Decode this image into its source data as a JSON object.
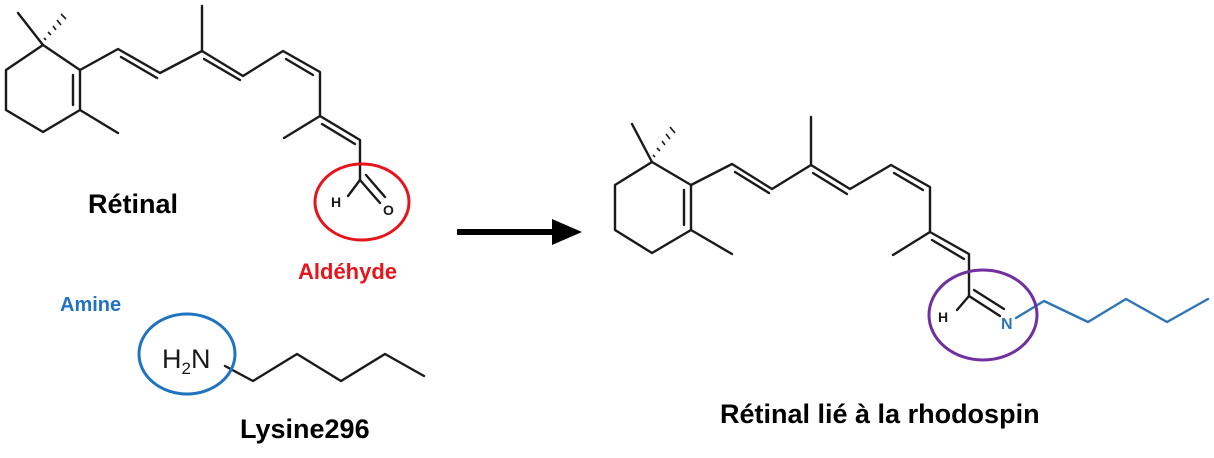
{
  "colors": {
    "black": "#1a1a1a",
    "aldehyde_red": "#e8141b",
    "amine_blue": "#1f73c0",
    "chain_blue": "#2e75b6",
    "imine_purple": "#7030a0"
  },
  "labels": {
    "retinal": "Rétinal",
    "aldehyde": "Aldéhyde",
    "amine": "Amine",
    "lysine": "Lysine296",
    "product": "Rétinal lié à la rhodospin"
  },
  "atoms": {
    "aldehyde_h": "H",
    "aldehyde_o": "O",
    "amine_h": "H",
    "amine_subscript": "2",
    "amine_n": "N",
    "imine_h": "H",
    "imine_n": "N"
  }
}
